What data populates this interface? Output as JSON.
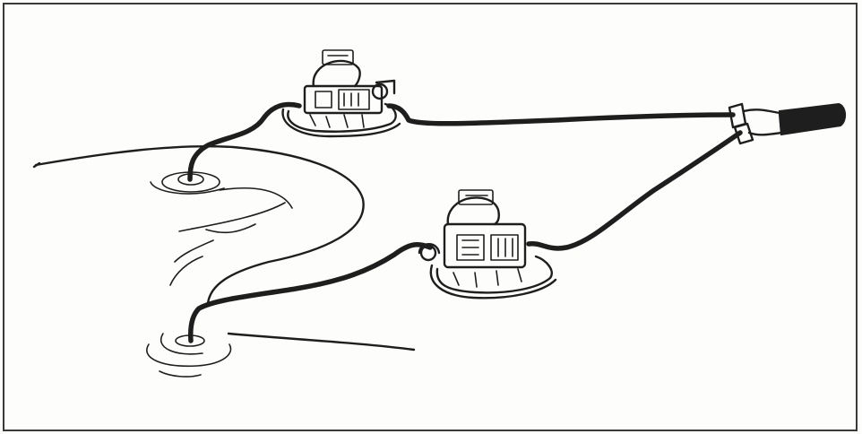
{
  "illustration": {
    "subject": "",
    "elements": {
      "upper_pump": "pump-illustration",
      "lower_pump": "pump-illustration",
      "wye_nozzle": "nozzle-illustration",
      "water": "water-illustration"
    },
    "ink_color": "#1e1e1e",
    "paper_color": "#fdfdfb",
    "frame_color": "#3a3a3a"
  }
}
